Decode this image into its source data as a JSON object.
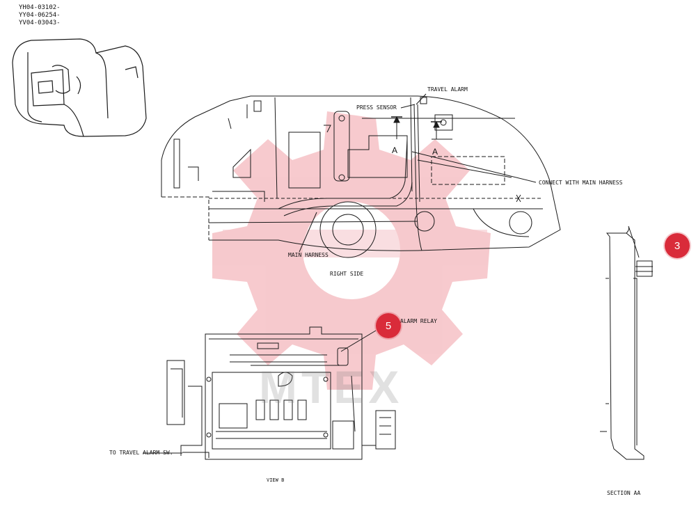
{
  "serials": [
    "YH04-03102-",
    "YY04-06254-",
    "YV04-03043-"
  ],
  "labels": {
    "travel_alarm": "TRAVEL ALARM",
    "press_sensor": "PRESS SENSOR",
    "section_a_left": "A",
    "section_a_right": "A",
    "connect_main": "CONNECT WITH MAIN HARNESS",
    "main_harness": "MAIN HARNESS",
    "right_side": "RIGHT SIDE",
    "alarm_relay": "ALARM RELAY",
    "to_travel_alarm_sw": "TO TRAVEL ALARM SW.",
    "view_b": "VIEW B",
    "section_aa": "SECTION AA"
  },
  "callouts": {
    "item_3": "3",
    "item_5": "5"
  },
  "watermark": "MTEX",
  "colors": {
    "line": "#1a1a1a",
    "callout": "#d92b3a",
    "watermark_gear": "#f4b8bd"
  }
}
